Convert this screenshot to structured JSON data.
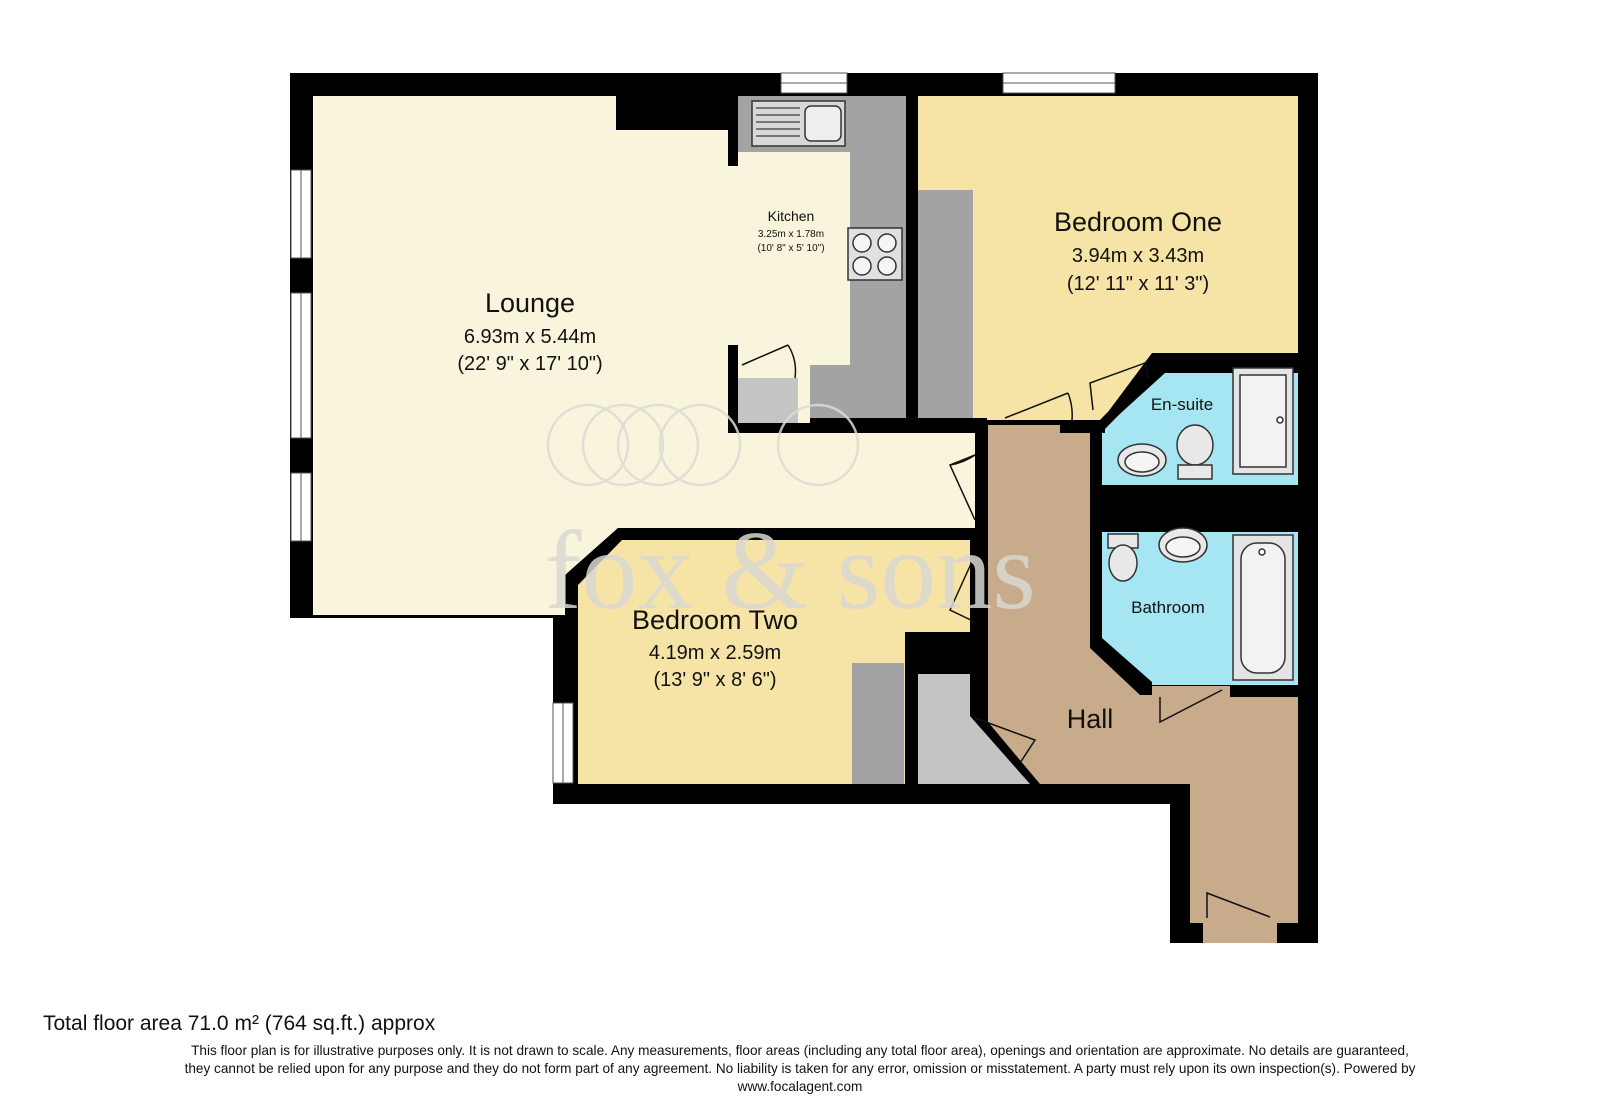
{
  "rooms": {
    "lounge": {
      "name": "Lounge",
      "metric": "6.93m x 5.44m",
      "imperial": "(22' 9\" x 17' 10\")"
    },
    "kitchen": {
      "name": "Kitchen",
      "metric": "3.25m x 1.78m",
      "imperial": "(10' 8\" x 5' 10\")"
    },
    "bedroom_one": {
      "name": "Bedroom One",
      "metric": "3.94m x 3.43m",
      "imperial": "(12' 11\" x 11' 3\")"
    },
    "bedroom_two": {
      "name": "Bedroom Two",
      "metric": "4.19m x 2.59m",
      "imperial": "(13' 9\" x 8' 6\")"
    },
    "ensuite": {
      "name": "En-suite"
    },
    "bathroom": {
      "name": "Bathroom"
    },
    "hall": {
      "name": "Hall"
    }
  },
  "watermark": {
    "text": "fox & sons"
  },
  "footer": {
    "total_area": "Total floor area 71.0 m² (764 sq.ft.) approx",
    "disclaimer_1": "This floor plan is for illustrative purposes only. It is not drawn to scale. Any measurements, floor areas (including any total floor area), openings and orientation are approximate. No details are guaranteed,",
    "disclaimer_2": "they cannot be relied upon for any purpose and they do not form part of any agreement. No liability is taken for any error, omission or misstatement. A party must rely upon its own inspection(s). Powered by",
    "disclaimer_3": "www.focalagent.com"
  },
  "colors": {
    "wall": "#000000",
    "lounge": "#f9f4dc",
    "bedroom": "#f6e3a6",
    "wet_room": "#a6e6f2",
    "hall": "#c7ab8b",
    "fixture": "#a3a3a3",
    "storage": "#c4c4c4"
  }
}
